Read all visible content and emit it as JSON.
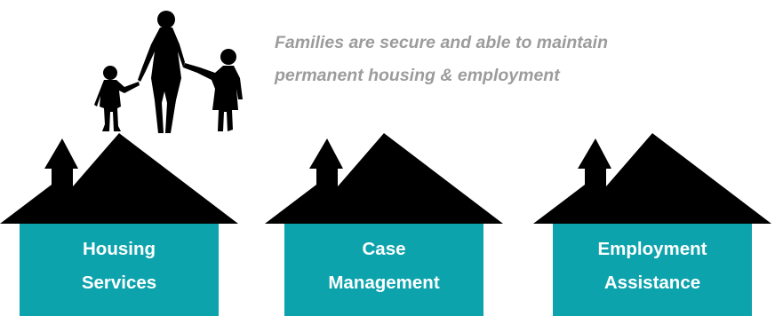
{
  "colors": {
    "teal": "#0da3ad",
    "roof": "#000000",
    "tagline": "#9c9c9c",
    "label_text": "#ffffff"
  },
  "tagline": {
    "line1": "Families are secure and able to maintain",
    "line2": "permanent housing & employment"
  },
  "family_icon": "family-silhouette-icon",
  "houses": [
    {
      "line1": "Housing",
      "line2": "Services"
    },
    {
      "line1": "Case",
      "line2": "Management"
    },
    {
      "line1": "Employment",
      "line2": "Assistance"
    }
  ]
}
